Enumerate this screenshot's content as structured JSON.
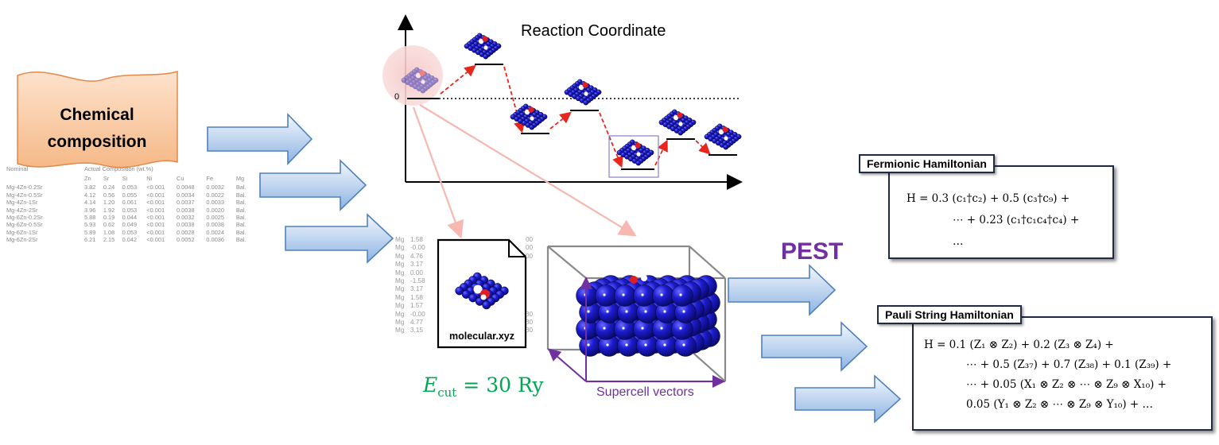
{
  "chemical_composition": {
    "line1": "Chemical",
    "line2": "composition"
  },
  "composition_table": {
    "header_cells": [
      "Nominal",
      "Actual Composition (wt.%)"
    ],
    "columns": [
      "Zn",
      "Sr",
      "Si",
      "Ni",
      "Cu",
      "Fe",
      "Mg"
    ],
    "rows": [
      [
        "Mg-4Zn-0.2Sr",
        "3.82",
        "0.24",
        "0.053",
        "<0.001",
        "0.0048",
        "0.0032",
        "Bal."
      ],
      [
        "Mg-4Zn-0.5Sr",
        "4.12",
        "0.56",
        "0.055",
        "<0.001",
        "0.0034",
        "0.0022",
        "Bal."
      ],
      [
        "Mg-4Zn-1Sr",
        "4.14",
        "1.20",
        "0.061",
        "<0.001",
        "0.0037",
        "0.0033",
        "Bal."
      ],
      [
        "Mg-4Zn-2Sr",
        "3.96",
        "1.92",
        "0.053",
        "<0.001",
        "0.0038",
        "0.0020",
        "Bal."
      ],
      [
        "Mg-6Zn-0.2Sr",
        "5.88",
        "0.19",
        "0.044",
        "<0.001",
        "0.0032",
        "0.0025",
        "Bal."
      ],
      [
        "Mg-6Zn-0.5Sr",
        "5.93",
        "0.62",
        "0.049",
        "<0.001",
        "0.0038",
        "0.0038",
        "Bal."
      ],
      [
        "Mg-6Zn-1Sr",
        "5.89",
        "1.08",
        "0.053",
        "<0.001",
        "0.0028",
        "0.0024",
        "Bal."
      ],
      [
        "Mg-6Zn-2Sr",
        "6.21",
        "2.15",
        "0.042",
        "<0.001",
        "0.0052",
        "0.0036",
        "Bal."
      ]
    ]
  },
  "reaction": {
    "title": "Reaction Coordinate",
    "zero_label": "0"
  },
  "xyz": {
    "element_labels": [
      "Mg",
      "Mg",
      "Mg",
      "Mg",
      "Mg",
      "Mg",
      "Mg",
      "Mg",
      "Mg",
      "Mg",
      "Mg",
      "Mg"
    ],
    "partial_numbers": [
      "1.58",
      "-0.00",
      "4.76",
      "3.17",
      "0.00",
      "-1.58",
      "3.17",
      "1.58",
      "1.57",
      "-0.00",
      "4.77",
      "3.15"
    ],
    "right_partials": [
      "00",
      "00",
      "00",
      "",
      "",
      "",
      "",
      "",
      "",
      "30",
      "30",
      "30"
    ],
    "file_label": "molecular.xyz"
  },
  "ecut": {
    "symbol": "E",
    "subscript": "cut",
    "rest": "= 30 Ry"
  },
  "supercell": {
    "label": "Supercell vectors"
  },
  "pest_label": "PEST",
  "fermionic": {
    "title": "Fermionic Hamiltonian",
    "line1": "H  =  0.3 (c₁†c₂) + 0.5 (c₃†c₉) +",
    "line2": "⋯ + 0.23 (c₁†c₁c₄†c₄) +",
    "line3": "…"
  },
  "pauli": {
    "title": "Pauli String Hamiltonian",
    "line1": "H  =  0.1 (Z₁ ⊗ Z₂) + 0.2 (Z₃ ⊗ Z₄) +",
    "line2": "⋯ + 0.5 (Z₃₇) + 0.7 (Z₃₈) + 0.1 (Z₃₉) +",
    "line3": "⋯ + 0.05 (X₁ ⊗ Z₂ ⊗ ⋯ ⊗ Z₉ ⊗ X₁₀) +",
    "line4": "0.05 (Y₁ ⊗ Z₂ ⊗ ⋯ ⊗ Z₉ ⊗ Y₁₀) + …"
  },
  "colors": {
    "arrow_fill_top": "#eef4fc",
    "arrow_fill_bottom": "#8fb4e3",
    "arrow_stroke": "#4f81bd",
    "scroll_fill": "#f9c9a3",
    "scroll_stroke": "#e3894a",
    "atom_blue": "#1717b8",
    "pest": "#7030a0",
    "ecut": "#00a651",
    "supercell": "#7030a0",
    "dashed_red": "#e8261c"
  }
}
